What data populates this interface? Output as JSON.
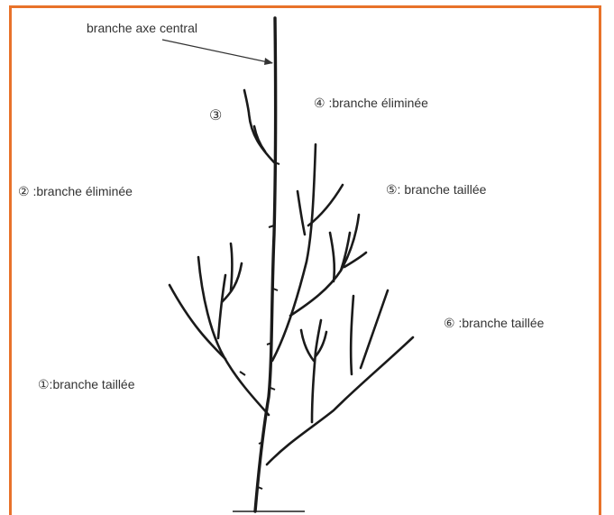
{
  "labels": {
    "central_axis": "branche axe central",
    "branch_1": "①:branche taillée",
    "branch_2": "② :branche éliminée",
    "branch_3": "③",
    "branch_4": "④ :branche éliminée",
    "branch_5": "⑤: branche taillée",
    "branch_6": "⑥ :branche taillée"
  },
  "colors": {
    "frame_border": "#e8722a",
    "stroke": "#1a1a1a",
    "text": "#333333"
  }
}
